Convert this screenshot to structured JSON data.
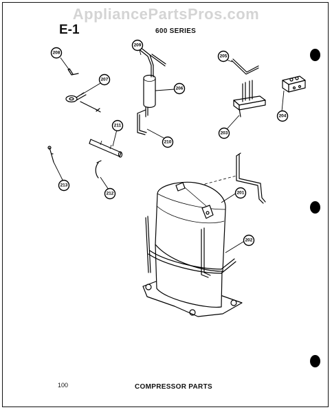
{
  "watermark": "AppliancePartsPros.com",
  "header": {
    "section_code": "E-1",
    "series": "600 SERIES"
  },
  "footer": {
    "page_number": "100",
    "title": "COMPRESSOR PARTS"
  },
  "callouts": {
    "c201": "201",
    "c202": "202",
    "c203": "203",
    "c204": "204",
    "c205": "205",
    "c206": "206",
    "c207": "207",
    "c208": "208",
    "c209": "209",
    "c210": "210",
    "c211": "211",
    "c212": "212",
    "c213": "213"
  }
}
